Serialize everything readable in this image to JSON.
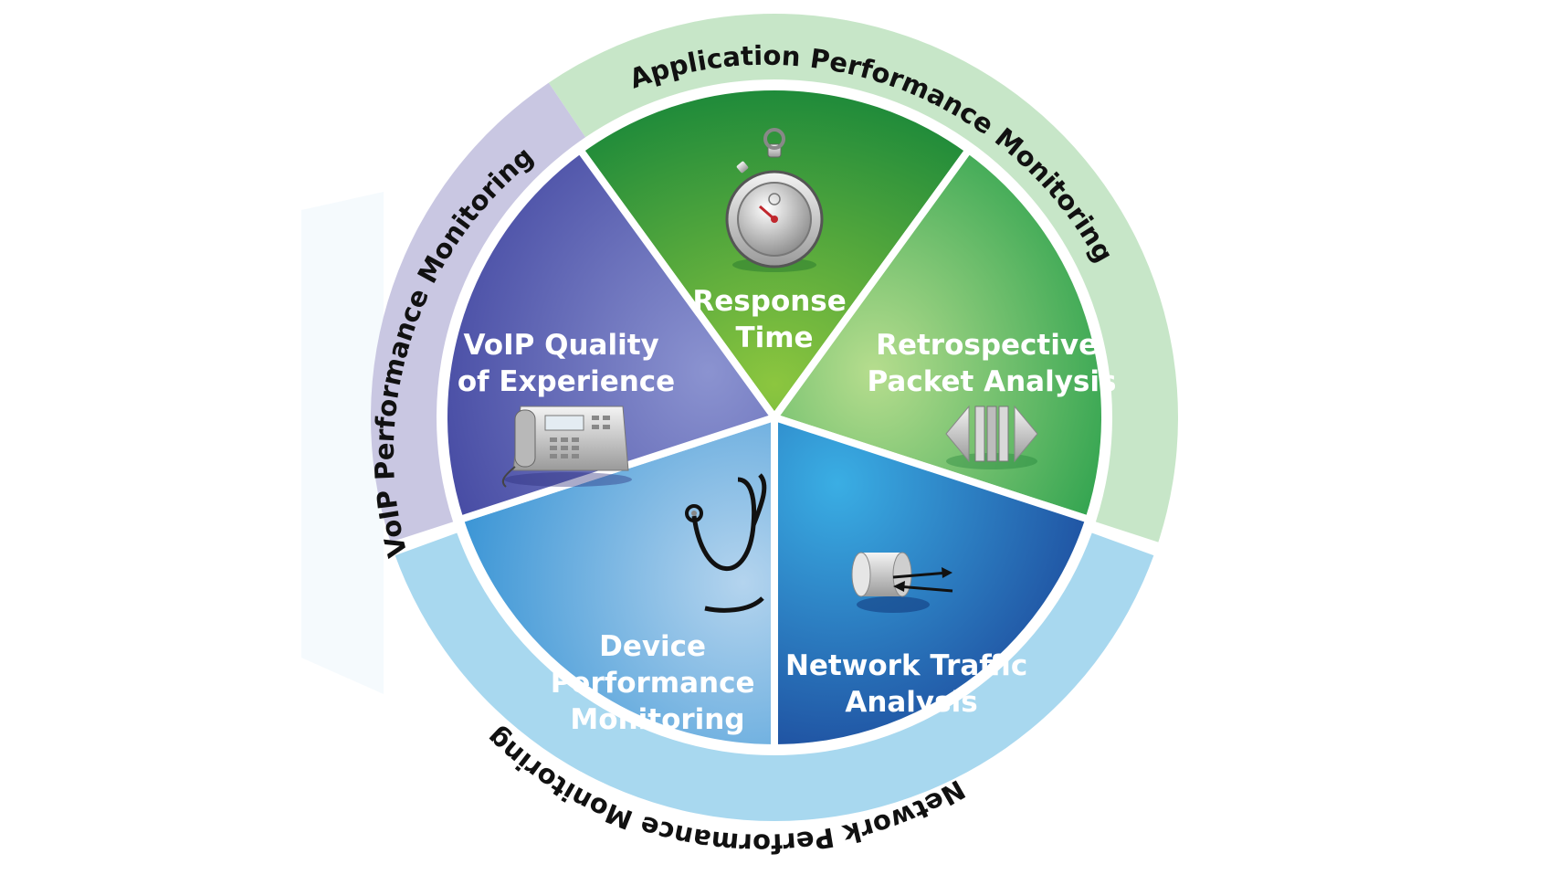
{
  "diagram": {
    "rings": [
      {
        "id": "app",
        "label": "Application Performance Monitoring",
        "color": "#c7e6c8"
      },
      {
        "id": "voip",
        "label": "VoIP Performance Monitoring",
        "color": "#c9c7e2"
      },
      {
        "id": "net",
        "label": "Network Performance Monitoring",
        "color": "#a8d8ef"
      }
    ],
    "segments": [
      {
        "id": "response",
        "lines": [
          "Response",
          "Time"
        ],
        "icon": "stopwatch-icon",
        "color": "#3fa336"
      },
      {
        "id": "retro",
        "lines": [
          "Retrospective",
          "Packet Analysis"
        ],
        "icon": "packet-icon",
        "color": "#35a846"
      },
      {
        "id": "traffic",
        "lines": [
          "Network Traffic",
          "Analysis"
        ],
        "icon": "cylinder-arrows-icon",
        "color": "#1f6fb8"
      },
      {
        "id": "device",
        "lines": [
          "Device",
          "Performance",
          "Monitoring"
        ],
        "icon": "stethoscope-icon",
        "color": "#5aa8de"
      },
      {
        "id": "voipqoe",
        "lines": [
          "VoIP Quality",
          "of Experience"
        ],
        "icon": "phone-icon",
        "color": "#5a5fb0"
      }
    ]
  }
}
